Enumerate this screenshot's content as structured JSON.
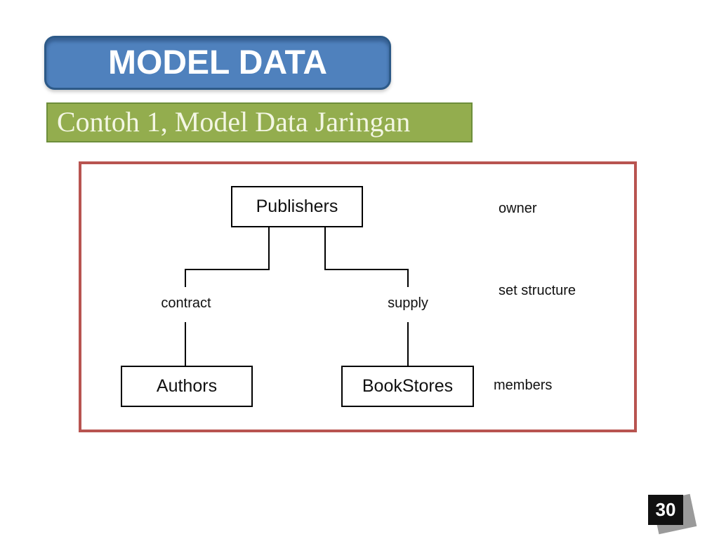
{
  "title_banner": {
    "label": "MODEL DATA",
    "bg_color": "#4f81bd",
    "border_color": "#2d5a88",
    "text_color": "#ffffff"
  },
  "subtitle_banner": {
    "label": "Contoh 1, Model Data Jaringan",
    "bg_color": "#93ad4e",
    "border_color": "#6d8e3b",
    "text_color": "#f3f6e3"
  },
  "diagram": {
    "frame_border_color": "#b85450",
    "nodes": [
      {
        "id": "publishers",
        "label": "Publishers"
      },
      {
        "id": "authors",
        "label": "Authors"
      },
      {
        "id": "bookstores",
        "label": "BookStores"
      }
    ],
    "edge_labels": [
      {
        "id": "contract",
        "label": "contract"
      },
      {
        "id": "supply",
        "label": "supply"
      }
    ],
    "side_labels": [
      {
        "id": "owner",
        "label": "owner"
      },
      {
        "id": "set-structure",
        "label": "set structure"
      },
      {
        "id": "members",
        "label": "members"
      }
    ]
  },
  "page_number": {
    "value": "30",
    "badge_color": "#111111",
    "shadow_color": "#9a9a9a"
  }
}
